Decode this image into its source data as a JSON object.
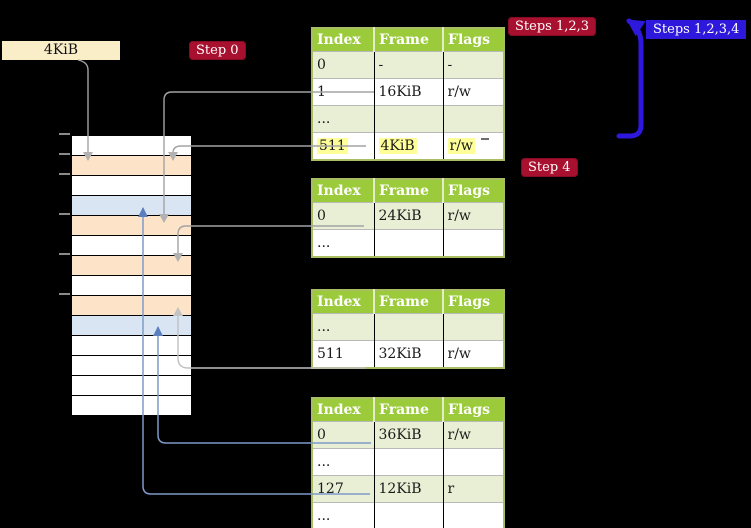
{
  "diagram": {
    "page_size_label": "4KiB",
    "badges": {
      "step0": {
        "label": "Step 0"
      },
      "steps123": {
        "label": "Steps 1,2,3"
      },
      "step4": {
        "label": "Step 4"
      },
      "steps1234": {
        "label": "Steps 1,2,3,4"
      }
    },
    "tables": [
      {
        "id": "page-table-1",
        "headers": [
          "Index",
          "Frame",
          "Flags"
        ],
        "rows": [
          {
            "cells": [
              "0",
              "-",
              "-"
            ],
            "highlight": false
          },
          {
            "cells": [
              "1",
              "16KiB",
              "r/w"
            ],
            "highlight": false
          },
          {
            "cells": [
              "...",
              "",
              ""
            ],
            "highlight": false
          },
          {
            "cells": [
              "511",
              "4KiB",
              "r/w"
            ],
            "highlight": true
          }
        ]
      },
      {
        "id": "page-table-2",
        "headers": [
          "Index",
          "Frame",
          "Flags"
        ],
        "rows": [
          {
            "cells": [
              "0",
              "24KiB",
              "r/w"
            ],
            "highlight": false
          },
          {
            "cells": [
              "...",
              "",
              ""
            ],
            "highlight": false
          }
        ]
      },
      {
        "id": "page-table-3",
        "headers": [
          "Index",
          "Frame",
          "Flags"
        ],
        "rows": [
          {
            "cells": [
              "...",
              "",
              ""
            ],
            "highlight": false
          },
          {
            "cells": [
              "511",
              "32KiB",
              "r/w"
            ],
            "highlight": false
          }
        ]
      },
      {
        "id": "page-table-4",
        "headers": [
          "Index",
          "Frame",
          "Flags"
        ],
        "rows": [
          {
            "cells": [
              "0",
              "36KiB",
              "r/w"
            ],
            "highlight": false
          },
          {
            "cells": [
              "...",
              "",
              ""
            ],
            "highlight": false
          },
          {
            "cells": [
              "127",
              "12KiB",
              "r"
            ],
            "highlight": false
          },
          {
            "cells": [
              "...",
              "",
              ""
            ],
            "highlight": false
          }
        ]
      }
    ],
    "memory_rows": [
      "white",
      "frame",
      "white",
      "page",
      "frame",
      "white",
      "frame",
      "white",
      "frame",
      "page",
      "white",
      "white",
      "white",
      "white"
    ],
    "colors": {
      "badge_red": "#a8102f",
      "badge_blue": "#2e18db",
      "table_header_green": "#9bcb3b",
      "table_row_green": "#e9efd5",
      "highlight_yellow": "#ffff99",
      "frame_row_orange": "#fde3c8",
      "mapped_page_blue": "#d9e5f3",
      "connector_gray": "#a3a3a3",
      "connector_blue": "#7e9bc9",
      "label_cream": "#faeec9",
      "background": "#000000"
    }
  }
}
